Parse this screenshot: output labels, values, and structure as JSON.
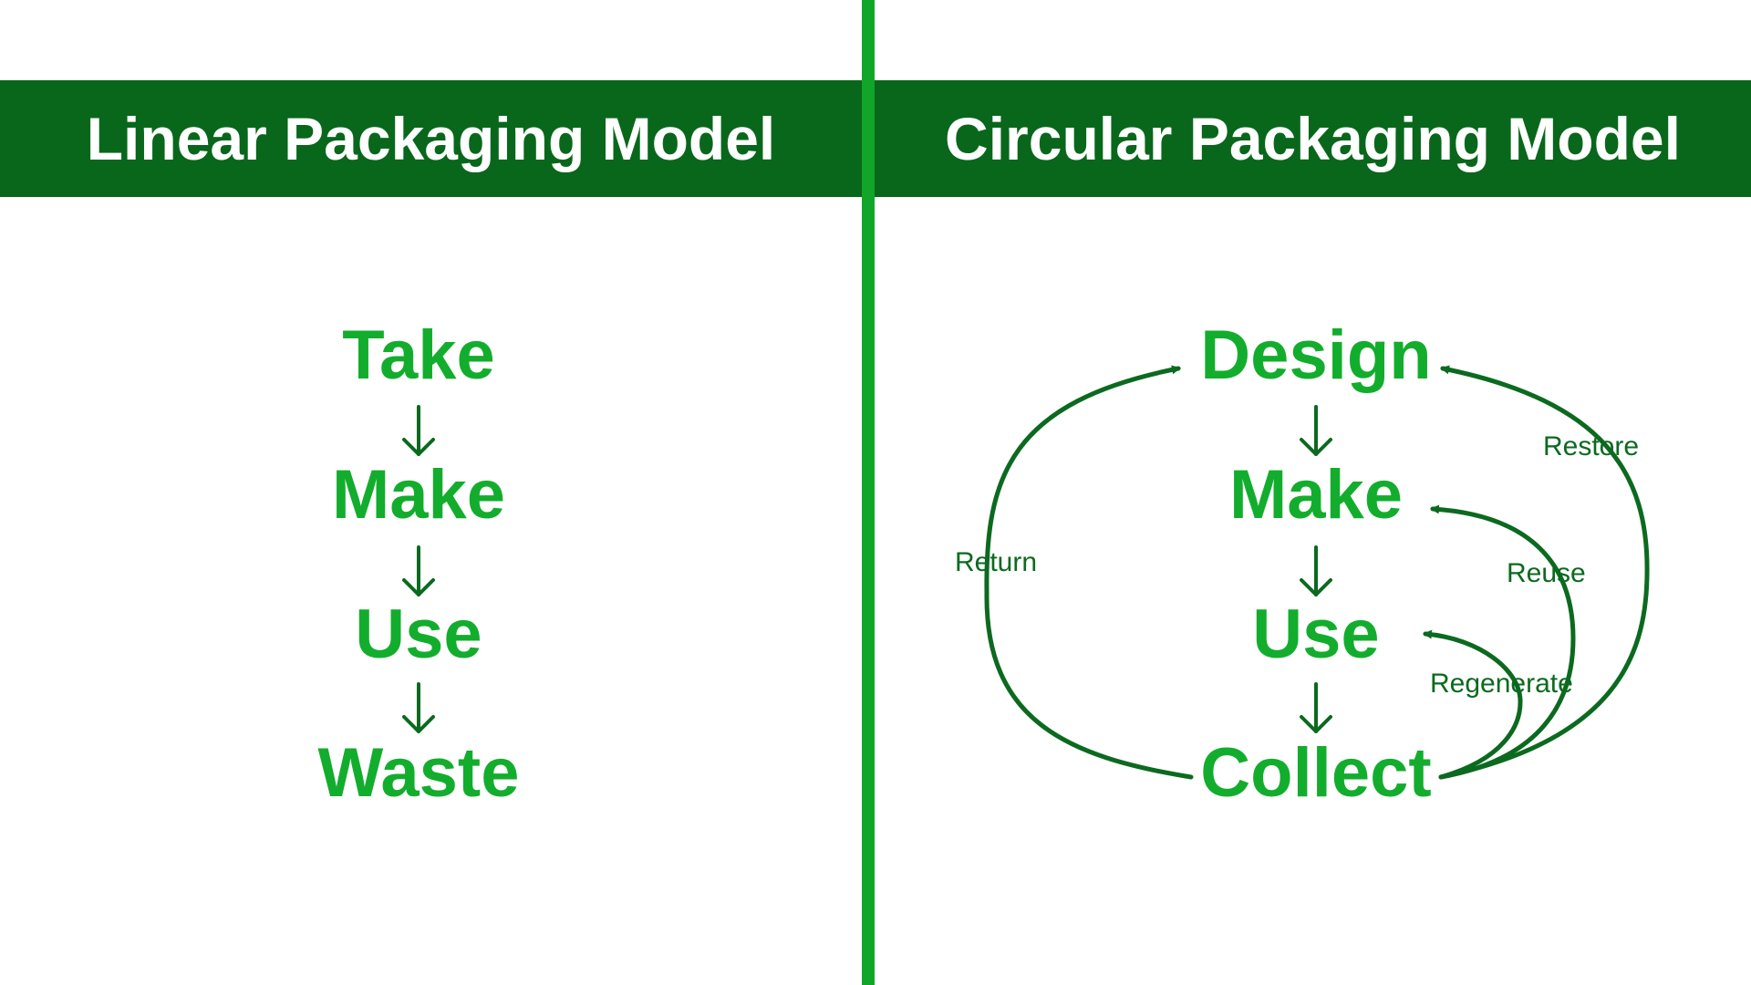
{
  "colors": {
    "header_band": "#08671b",
    "divider": "#11a62a",
    "step_text": "#13ad2d",
    "arrow": "#0b6a1f",
    "label_text": "#0b6a1f",
    "title_text": "#ffffff",
    "background": "#ffffff"
  },
  "linear": {
    "title": "Linear Packaging Model",
    "steps": [
      "Take",
      "Make",
      "Use",
      "Waste"
    ]
  },
  "circular": {
    "title": "Circular Packaging Model",
    "steps": [
      "Design",
      "Make",
      "Use",
      "Collect"
    ],
    "loops": {
      "return": "Return",
      "restore": "Restore",
      "reuse": "Reuse",
      "regenerate": "Regenerate"
    }
  },
  "icons": {
    "down_arrow": "down-arrow-icon",
    "loop_arrow": "curved-arrow-icon"
  }
}
